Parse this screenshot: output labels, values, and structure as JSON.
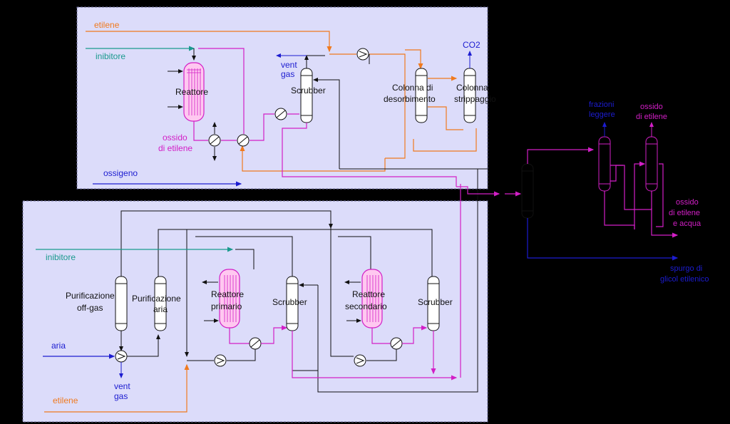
{
  "colors": {
    "orange": "#f07a1e",
    "teal": "#1a9a8e",
    "magenta": "#d21fc6",
    "blue": "#1c1cd0",
    "black": "#111111",
    "panel_fill": "#dcdcfa",
    "panel_border": "#7070a0"
  },
  "top": {
    "etilene": "etilene",
    "inibitore": "inibitore",
    "ossigeno": "ossigeno",
    "reattore": "Reattore",
    "ossido_1": "ossido",
    "ossido_2": "di etilene",
    "vent_1": "vent",
    "vent_2": "gas",
    "scrubber": "Scrubber",
    "desorb_1": "Colonna di",
    "desorb_2": "desorbimento",
    "strip_1": "Colonna",
    "strip_2": "strippaggio",
    "co2": "CO2"
  },
  "right": {
    "frazioni_1": "frazioni",
    "frazioni_2": "leggere",
    "ossido_1": "ossido",
    "ossido_2": "di etilene",
    "ossido_acqua_1": "ossido",
    "ossido_acqua_2": "di etilene",
    "ossido_acqua_3": "e acqua",
    "spurgo_1": "spurgo di",
    "spurgo_2": "glicol etilenico"
  },
  "bottom": {
    "inibitore": "inibitore",
    "aria": "aria",
    "etilene": "etilene",
    "vent_1": "vent",
    "vent_2": "gas",
    "pur_off_1": "Purificazione",
    "pur_off_2": "off-gas",
    "pur_aria_1": "Purificazione",
    "pur_aria_2": "aria",
    "reatt_prim_1": "Reattore",
    "reatt_prim_2": "primario",
    "scrubber_1": "Scrubber",
    "reatt_sec_1": "Reattore",
    "reatt_sec_2": "secondario",
    "scrubber_2": "Scrubber"
  }
}
